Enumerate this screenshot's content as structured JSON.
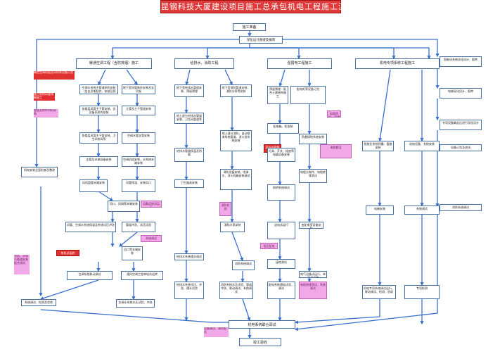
{
  "title": "昆钢科技大厦建设项目施工总承包机电工程施工流程图",
  "top": {
    "start": "施工准备",
    "deepen": "深化设计图纸及报审"
  },
  "headers": [
    "暖通空调工程（含防排烟）施工",
    "给排水、消防工程",
    "强弱电工程施工",
    "机电专项系统工程施工"
  ],
  "hvac": {
    "note1": "确定空调机组及风机等设备订货",
    "note2": "施工前的风管预制加工",
    "note3": "管道及附件材料采购",
    "b1": "空调水系统主管道制作安装（含支吊架制作、安装及预留预埋）",
    "b2": "地下室风管制作安装及支吊架",
    "b3": "各楼层风管主干管安装，含设备风机的安装",
    "b4": "立管及主干管道安装",
    "b5": "各楼层风管主干管安装，卫生间排风等",
    "b6": "空调水管支管安装",
    "b7": "支管及末端设备安装",
    "b8": "空调机组安装、水系统末端安装",
    "b9": "风机盘管末端安装",
    "b10": "风管保温、安装风口",
    "b11": "风口、风阀等末端安装",
    "b12": "设备运转试运行",
    "b13": "风管、空调水系统保温及系统试压冲洗",
    "b14": "管道冲洗、试压试验",
    "b15": "系统调试",
    "b16": "风口等末端安装",
    "b17": "单机试运转",
    "b18": "空调系统联动调试",
    "b19": "通风空调工程单机试运转",
    "b20": "空调水系统水压试验、冲洗",
    "left1": "机电安装全面检查及整改",
    "left2": "系统调试、检测及验收",
    "leftnote": "消防、水电与暖通安装配合调试"
  },
  "plumb": {
    "c1": "地下室给排水管道安装、预留预埋",
    "c2": "地下室消防管道安装、消防水泵等安装",
    "c3": "地上部分给排水管道安装、卫生间管道等",
    "c4": "地上部分消防、自动喷淋系统管道、消火栓系统安装",
    "c5": "给排水管道保温及防腐",
    "c6": "卫生器具安装",
    "c7": "消防设备安装，喷淋头、消火栓箱安装调试",
    "c8": "消防水泵安装",
    "c9": "给排水系统通水调试",
    "c10": "消防系统调试",
    "c11": "消防检测",
    "c12": "给排水系统试压、冲洗、通水试验",
    "c13": "消防系统水压试验、管道冲洗、联动调试、系统调试"
  },
  "elec": {
    "d1": "预留预埋：配合土建结构施工",
    "d2": "配电柜等设备订货",
    "d3": "电缆桥架、线槽安装",
    "d4": "配电箱、柜安装",
    "d5": "防雷接地系统安装",
    "d6": "室外电缆敷设",
    "d7": "电缆敷设",
    "d8": "灯具、开关、插座等电器设备安装",
    "d9": "电缆头制作、电缆绝缘测试",
    "d10": "照明系统调试",
    "d11": "送电试运行",
    "d12": "变配电室设备安装",
    "d13": "低压配电柜、柜安装",
    "d14": "接地测试",
    "d15": "电气设备试运行、单机试运转",
    "d16": "配电系统通电试验、调试",
    "d17": "电缆绝缘测试、系统调试"
  },
  "special": {
    "e1": "智能化系统线槽、管路安装",
    "e2": "机电设备、系统安装",
    "e3": "电梯安装",
    "e4": "系统调试",
    "e5": "机电专项系统调试运行、联动调试、检测、验收"
  },
  "right": {
    "r1": "智能化系统深化设计、报审",
    "r2": "电梯深化设计、报审",
    "r3": "专项设备确定后进行深化设计",
    "r4": "设备订货及进场",
    "r5": "消防系统调试"
  },
  "bottom": {
    "test": "机电系统联合调试",
    "accept": "竣工验收",
    "note1": "设备调试、调试报告",
    "note2": "专项检测"
  }
}
